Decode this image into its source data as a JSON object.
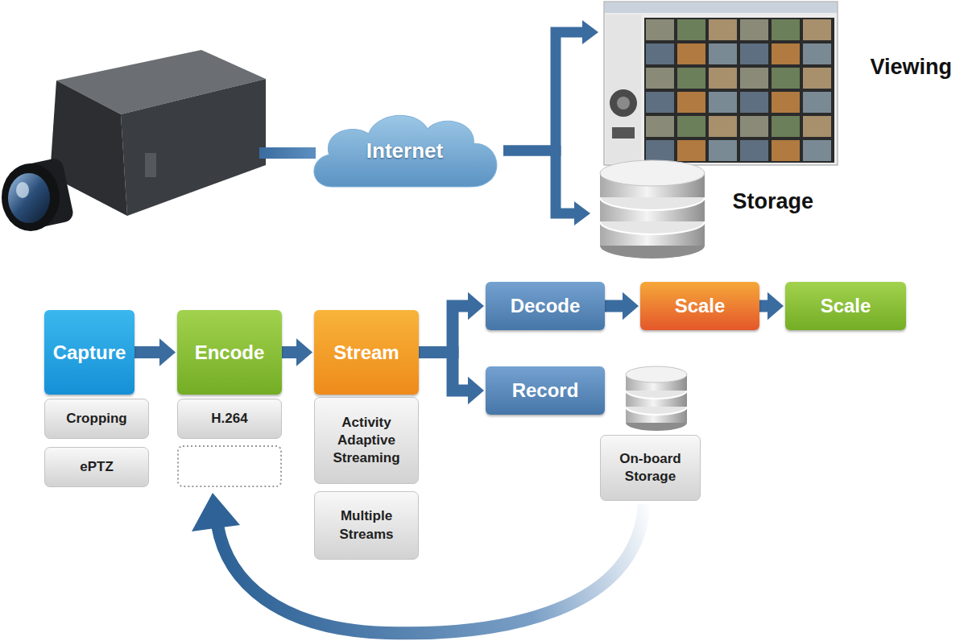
{
  "diagram": {
    "nodes": [
      {
        "text": [
          "Internet"
        ]
      },
      {
        "text": [
          "Viewing"
        ]
      },
      {
        "text": [
          "Storage"
        ]
      },
      {
        "text": [
          "Capture"
        ]
      },
      {
        "text": [
          "Encode"
        ]
      },
      {
        "text": [
          "Stream"
        ]
      },
      {
        "text": [
          "Decode"
        ]
      },
      {
        "text": [
          "Scale"
        ]
      },
      {
        "text": [
          "Scale"
        ]
      },
      {
        "text": [
          "Record"
        ]
      },
      {
        "text": [
          "Cropping"
        ]
      },
      {
        "text": [
          "H.264"
        ]
      },
      {
        "text": [
          "Activity Adaptive Streaming"
        ]
      },
      {
        "text": [
          "On-board Storage"
        ]
      },
      {
        "text": [
          "ePTZ"
        ]
      },
      {
        "text": [
          "Multiple Streams"
        ]
      }
    ],
    "edges": [
      {
        "from": 0,
        "to": 1,
        "arrow": "to"
      },
      {
        "from": 0,
        "to": 2,
        "arrow": "to"
      },
      {
        "from": 3,
        "to": 4,
        "arrow": "to"
      },
      {
        "from": 4,
        "to": 5,
        "arrow": "to"
      },
      {
        "from": 5,
        "to": 6,
        "arrow": "to"
      },
      {
        "from": 5,
        "to": 9,
        "arrow": "to"
      },
      {
        "from": 6,
        "to": 7,
        "arrow": "to"
      },
      {
        "from": 7,
        "to": 8,
        "arrow": "to"
      }
    ]
  }
}
